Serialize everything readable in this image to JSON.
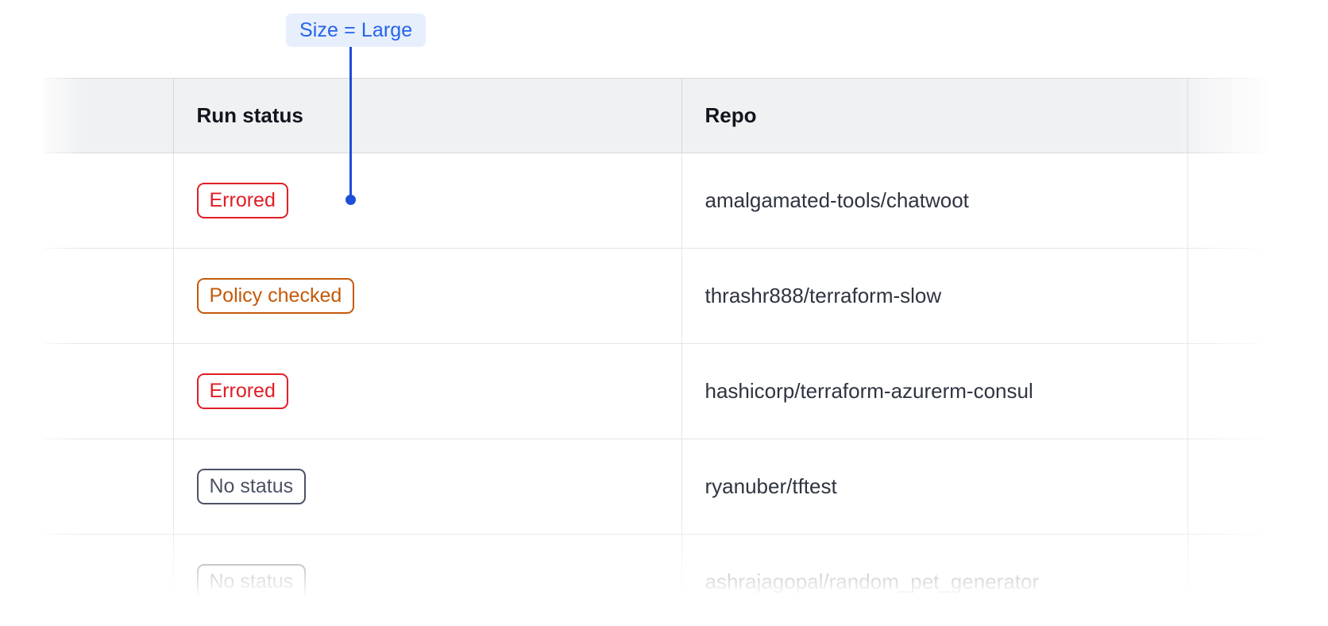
{
  "annotation": {
    "label": "Size = Large",
    "badge_bg": "#E7EFFC",
    "badge_color": "#2563EB",
    "connector_color": "#1D4ED8"
  },
  "table": {
    "columns": [
      {
        "key": "lead",
        "label": ""
      },
      {
        "key": "status",
        "label": "Run status"
      },
      {
        "key": "repo",
        "label": "Repo"
      },
      {
        "key": "tail",
        "label": ""
      }
    ],
    "rows": [
      {
        "status": "Errored",
        "status_variant": "errored",
        "status_color": "#E01E26",
        "repo": "amalgamated-tools/chatwoot"
      },
      {
        "status": "Policy checked",
        "status_variant": "policy-checked",
        "status_color": "#C4590B",
        "repo": "thrashr888/terraform-slow"
      },
      {
        "status": "Errored",
        "status_variant": "errored",
        "status_color": "#E01E26",
        "repo": "hashicorp/terraform-azurerm-consul"
      },
      {
        "status": "No status",
        "status_variant": "no-status",
        "status_color": "#4B5264",
        "repo": "ryanuber/tftest"
      },
      {
        "status": "No status",
        "status_variant": "no-status",
        "status_color": "#4B5264",
        "repo": "ashrajagopal/random_pet_generator"
      }
    ]
  },
  "theme": {
    "header_bg": "#F0F1F3",
    "header_text": "#11151C",
    "row_border": "#E3E5E8",
    "header_border": "#D6D8DC",
    "repo_text": "#2F3440",
    "page_bg": "#FFFFFF"
  }
}
